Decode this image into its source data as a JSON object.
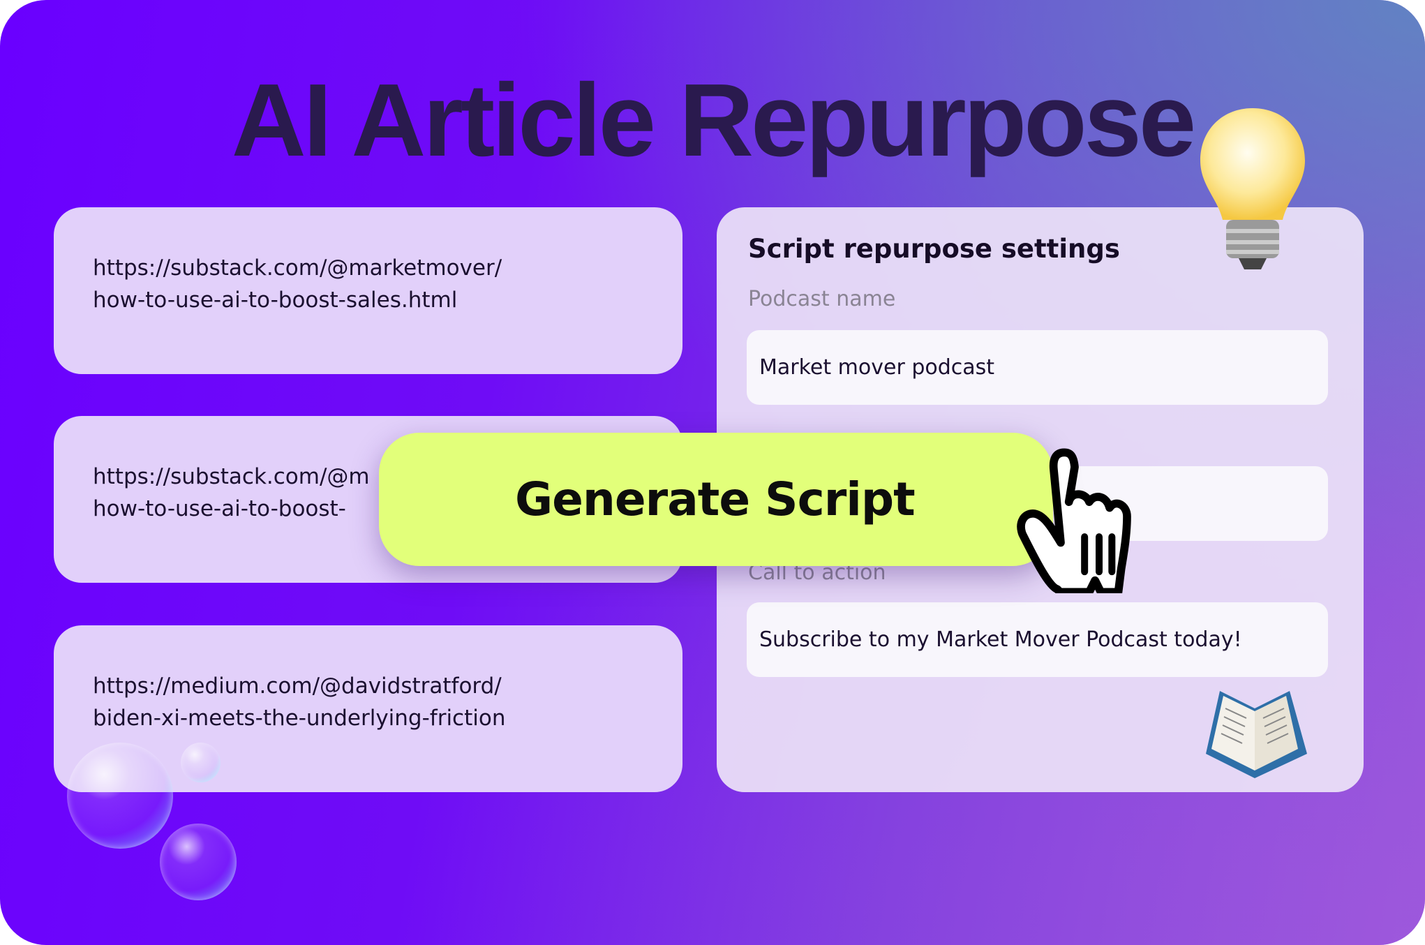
{
  "title": "AI Article Repurpose",
  "articles": [
    {
      "line1": "https://substack.com/@marketmover/",
      "line2": "how-to-use-ai-to-boost-sales.html"
    },
    {
      "line1": "https://substack.com/@m",
      "line2": "how-to-use-ai-to-boost-"
    },
    {
      "line1": "https://medium.com/@davidstratford/",
      "line2": "biden-xi-meets-the-underlying-friction"
    }
  ],
  "settings": {
    "heading": "Script repurpose settings",
    "podcast_name_label": "Podcast name",
    "podcast_name_value": "Market mover podcast",
    "call_to_action_label": "Call to action",
    "call_to_action_value": "Subscribe to my Market Mover Podcast today!"
  },
  "generate_button": "Generate Script",
  "colors": {
    "background_start": "#6a00ff",
    "button": "#e2ff7a",
    "title": "#2a1a4e",
    "card": "#e2d0fa"
  },
  "icons": [
    "lightbulb-icon",
    "open-book-icon",
    "pointer-hand-icon",
    "bubble-icon"
  ]
}
